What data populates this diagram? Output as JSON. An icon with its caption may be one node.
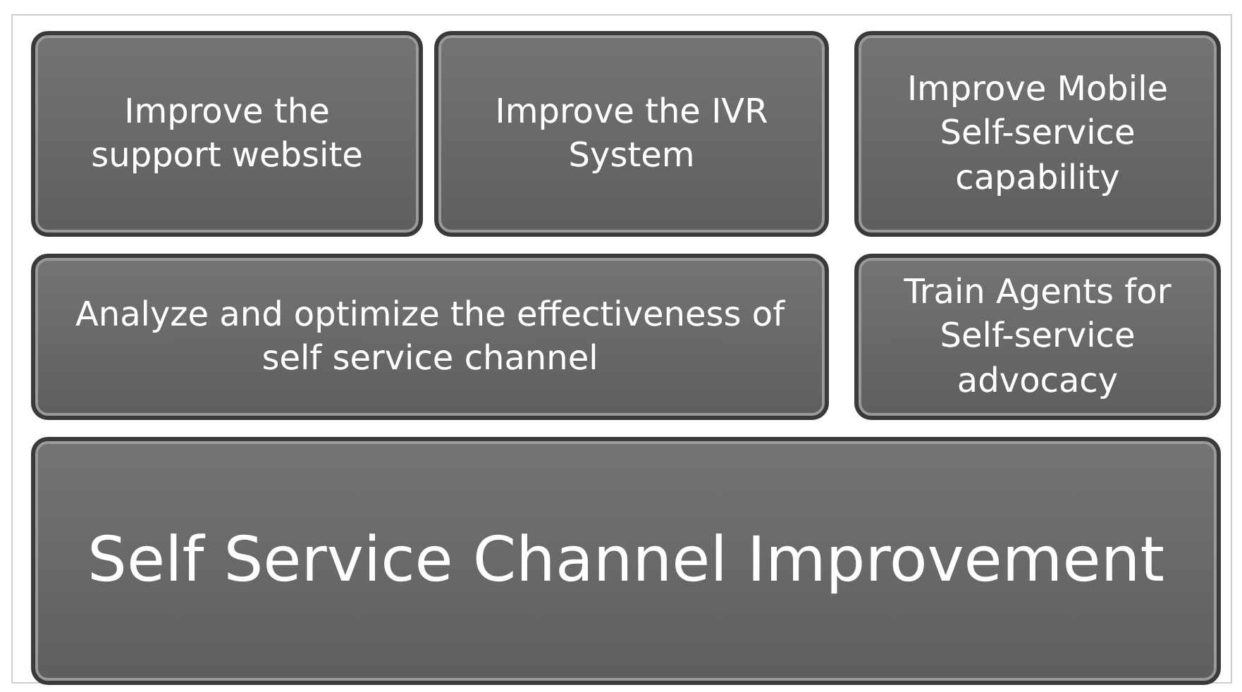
{
  "diagram": {
    "nodes": [
      {
        "text": [
          "Improve the support website"
        ]
      },
      {
        "text": [
          "Improve the IVR System"
        ]
      },
      {
        "text": [
          "Improve Mobile Self-service capability"
        ]
      },
      {
        "text": [
          "Analyze and optimize the effectiveness of self service channel"
        ]
      },
      {
        "text": [
          "Train Agents for Self-service advocacy"
        ]
      },
      {
        "text": [
          "Self Service Channel Improvement"
        ]
      }
    ]
  }
}
